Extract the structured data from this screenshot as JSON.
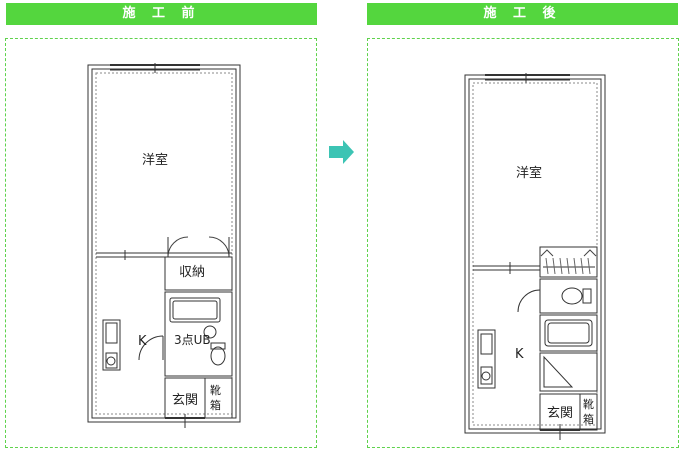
{
  "before": {
    "title": "施 工 前",
    "room_western": "洋室",
    "storage": "収納",
    "kitchen": "K",
    "bath": "3点UB",
    "entrance": "玄関",
    "shoe_box": [
      "靴",
      "箱"
    ]
  },
  "after": {
    "title": "施 工 後",
    "room_western": "洋室",
    "kitchen": "K",
    "entrance": "玄関",
    "shoe_box": [
      "靴",
      "箱"
    ]
  },
  "colors": {
    "header_green": "#54d63e",
    "arrow": "#3cc4b4",
    "panel_border": "#5fd24c"
  },
  "icons": {
    "arrow": "right-arrow-icon"
  }
}
